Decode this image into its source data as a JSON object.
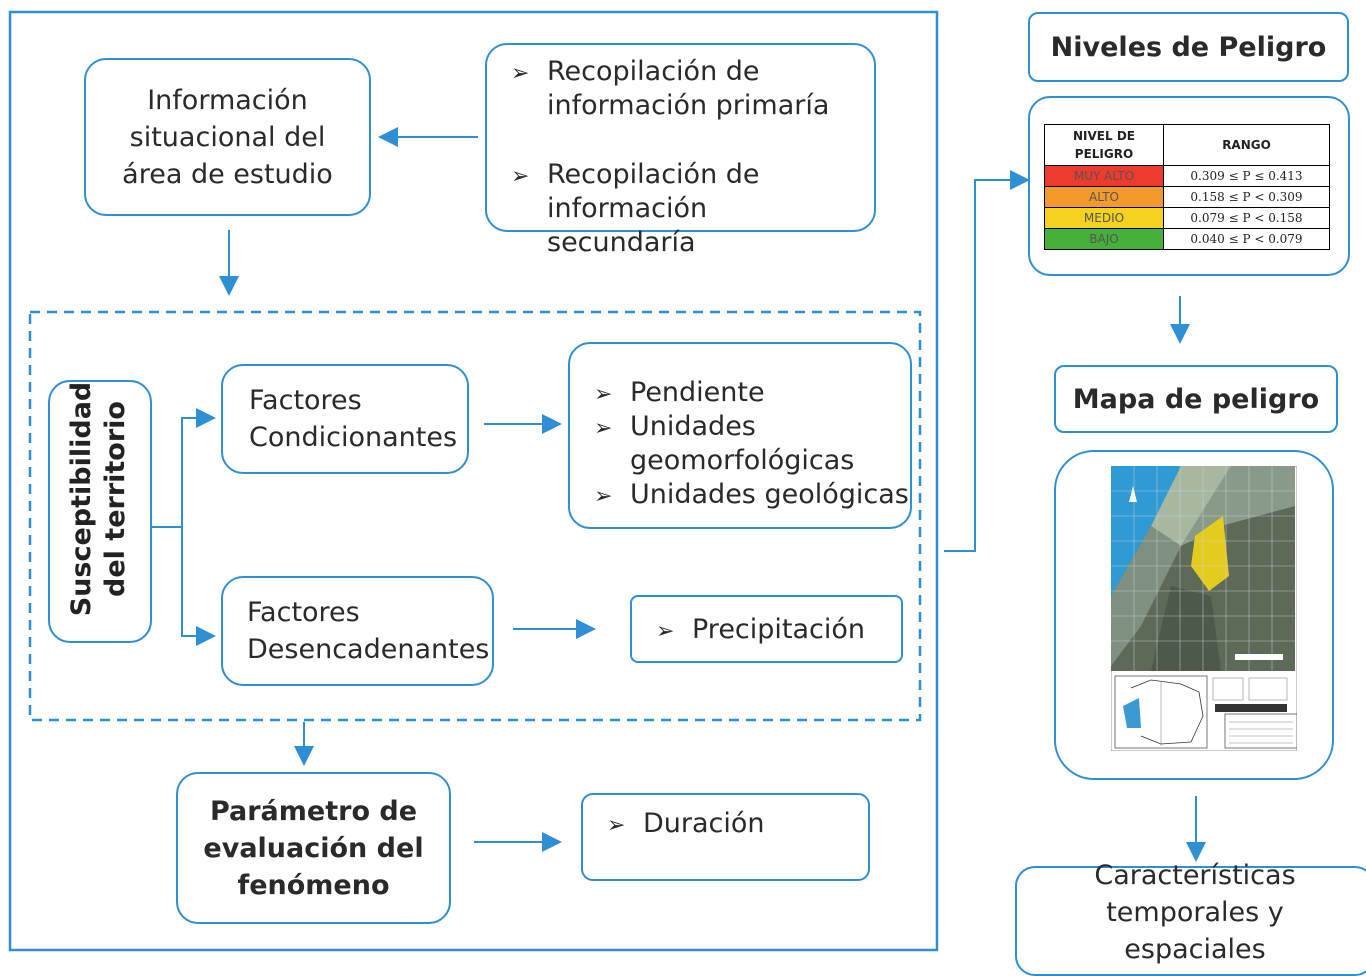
{
  "info_box": {
    "text": "Información situacional del área de estudio"
  },
  "recopilacion": {
    "items": [
      "Recopilación de información primaría",
      "Recopilación de información secundaría"
    ]
  },
  "susceptibilidad": {
    "label": "Susceptibilidad del territorio"
  },
  "condicionantes": {
    "label": "Factores Condicionantes",
    "items": [
      "Pendiente",
      "Unidades geomorfológicas",
      "Unidades geológicas"
    ]
  },
  "desencadenantes": {
    "label": "Factores Desencadenantes",
    "items": [
      "Precipitación"
    ]
  },
  "parametro": {
    "label": "Parámetro de evaluación del fenómeno",
    "items": [
      "Duración"
    ]
  },
  "niveles": {
    "title": "Niveles de Peligro",
    "table": {
      "headers": [
        "NIVEL DE PELIGRO",
        "RANGO"
      ],
      "rows": [
        {
          "level": "MUY ALTO",
          "range": "0.309 ≤ P ≤ 0.413",
          "color": "#ee3b2d"
        },
        {
          "level": "ALTO",
          "range": "0.158 ≤ P < 0.309",
          "color": "#f39a2c"
        },
        {
          "level": "MEDIO",
          "range": "0.079 ≤ P < 0.158",
          "color": "#f4d21f"
        },
        {
          "level": "BAJO",
          "range": "0.040 ≤ P < 0.079",
          "color": "#45b03a"
        }
      ]
    }
  },
  "mapa": {
    "title": "Mapa de peligro"
  },
  "caracteristicas": {
    "text": "Características temporales y espaciales"
  },
  "colors": {
    "border": "#2f8fd4",
    "arrow": "#2f8fd4"
  }
}
